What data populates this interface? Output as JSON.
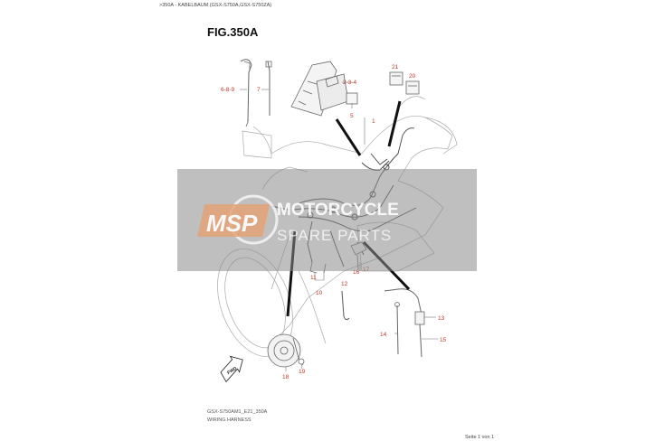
{
  "header": {
    "breadcrumb": ">350A - KABELBAUM (GSX-S750A,GSX-S750ZA)",
    "figure_title": "FIG.350A"
  },
  "callouts": [
    {
      "id": "c-1",
      "label": "1"
    },
    {
      "id": "c-234",
      "label": "2-3-4"
    },
    {
      "id": "c-5",
      "label": "5"
    },
    {
      "id": "c-689",
      "label": "6-8-9"
    },
    {
      "id": "c-7",
      "label": "7"
    },
    {
      "id": "c-10",
      "label": "10"
    },
    {
      "id": "c-11",
      "label": "11"
    },
    {
      "id": "c-12",
      "label": "12"
    },
    {
      "id": "c-13",
      "label": "13"
    },
    {
      "id": "c-14",
      "label": "14"
    },
    {
      "id": "c-15",
      "label": "15"
    },
    {
      "id": "c-16",
      "label": "16"
    },
    {
      "id": "c-17",
      "label": "17"
    },
    {
      "id": "c-18",
      "label": "18"
    },
    {
      "id": "c-19",
      "label": "19"
    },
    {
      "id": "c-20",
      "label": "20"
    },
    {
      "id": "c-21",
      "label": "21"
    }
  ],
  "direction_marker": "FWD",
  "watermark": {
    "logo_text": "MSP",
    "line1": "MOTORCYCLE",
    "line2": "SPARE PARTS"
  },
  "footer": {
    "drawing_code": "GSX-S750AM1_E21_350A",
    "caption": "WIRING HARNESS",
    "page": "Seite 1 von 1"
  },
  "colors": {
    "callout": "#c0392b",
    "line": "#555555",
    "watermark_band": "#8a8a8a",
    "watermark_logo": "#e8a070"
  }
}
